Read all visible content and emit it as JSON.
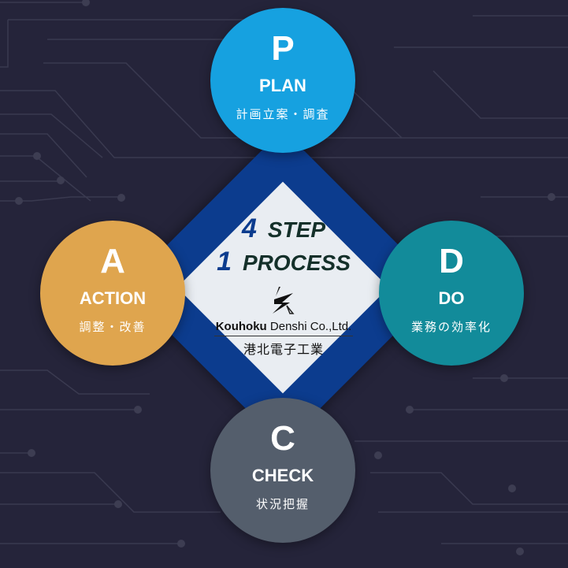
{
  "center": {
    "line1_num": "4",
    "line1_text": "STEP",
    "line2_num": "1",
    "line2_text": "PROCESS"
  },
  "company": {
    "name_bold": "Kouhoku",
    "name_rest": "Denshi Co.,Ltd.",
    "name_jp": "港北電子工業"
  },
  "steps": [
    {
      "letter": "P",
      "name": "PLAN",
      "jp": "計画立案・調査",
      "color": "#16a1e0"
    },
    {
      "letter": "D",
      "name": "DO",
      "jp": "業務の効率化",
      "color": "#128b9a"
    },
    {
      "letter": "C",
      "name": "CHECK",
      "jp": "状況把握",
      "color": "#545e6c"
    },
    {
      "letter": "A",
      "name": "ACTION",
      "jp": "調整・改善",
      "color": "#dfa54e"
    }
  ],
  "colors": {
    "background": "#25243a",
    "diamond_outer": "#0c3c8e",
    "diamond_inner": "#e9edf2"
  }
}
